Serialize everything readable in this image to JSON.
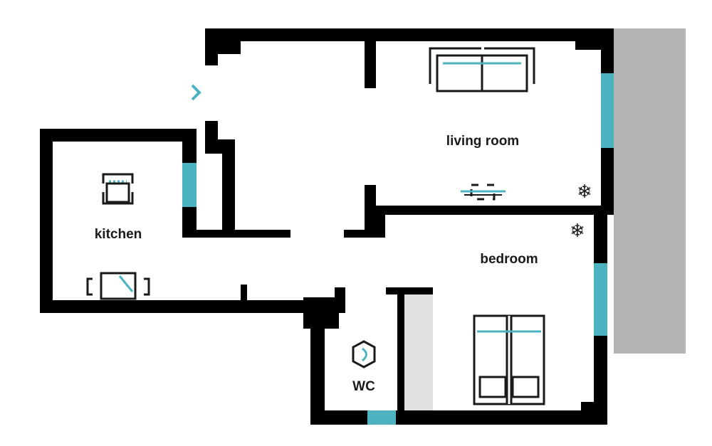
{
  "colors": {
    "wall": "#000000",
    "window": "#4cb3c0",
    "balcony": "#b3b3b3",
    "closet": "#e0e0e0",
    "background": "#ffffff"
  },
  "rooms": {
    "living_room": {
      "label": "living room"
    },
    "kitchen": {
      "label": "kitchen"
    },
    "bedroom": {
      "label": "bedroom"
    },
    "wc": {
      "label": "WC"
    }
  },
  "icons": [
    "entrance-arrow-icon",
    "sofa-icon",
    "tv-icon",
    "air-conditioner-icon",
    "oven-icon",
    "table-icon",
    "bed-icon",
    "toilet-icon"
  ]
}
